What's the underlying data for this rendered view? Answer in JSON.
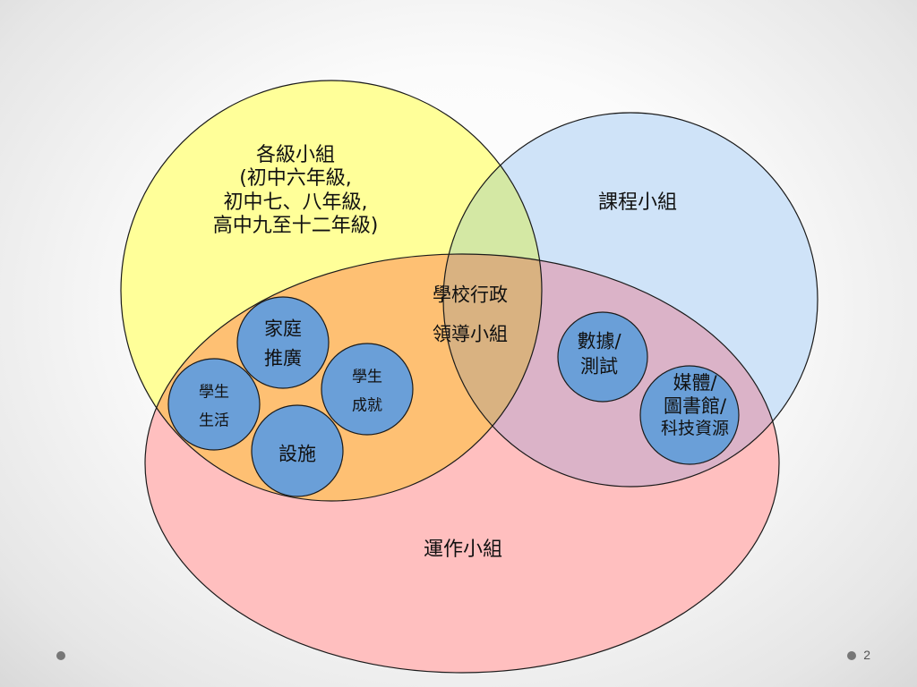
{
  "regions": {
    "grade_groups": [
      "各級小組",
      "(初中六年級,",
      "初中七、八年級,",
      "高中九至十二年級)"
    ],
    "curriculum": "課程小組",
    "operations": "運作小組",
    "leadership": [
      "學校行政",
      "領導小組"
    ]
  },
  "bubbles": {
    "home": [
      "家庭",
      "推廣"
    ],
    "student_life": [
      "學生",
      "生活"
    ],
    "achievement": [
      "學生",
      "成就"
    ],
    "facilities": "設施",
    "data_testing": [
      "數據/",
      "測試"
    ],
    "media": [
      "媒體/",
      "圖書館/",
      "科技資源"
    ]
  },
  "page_number": "2",
  "colors": {
    "grade_circle": "#ffff99",
    "curriculum_circle": "#cfe3f8",
    "operations_ellipse": "#ffbfbf",
    "bubble_fill": "#6a9fd8",
    "outline": "#1a1a1a"
  }
}
